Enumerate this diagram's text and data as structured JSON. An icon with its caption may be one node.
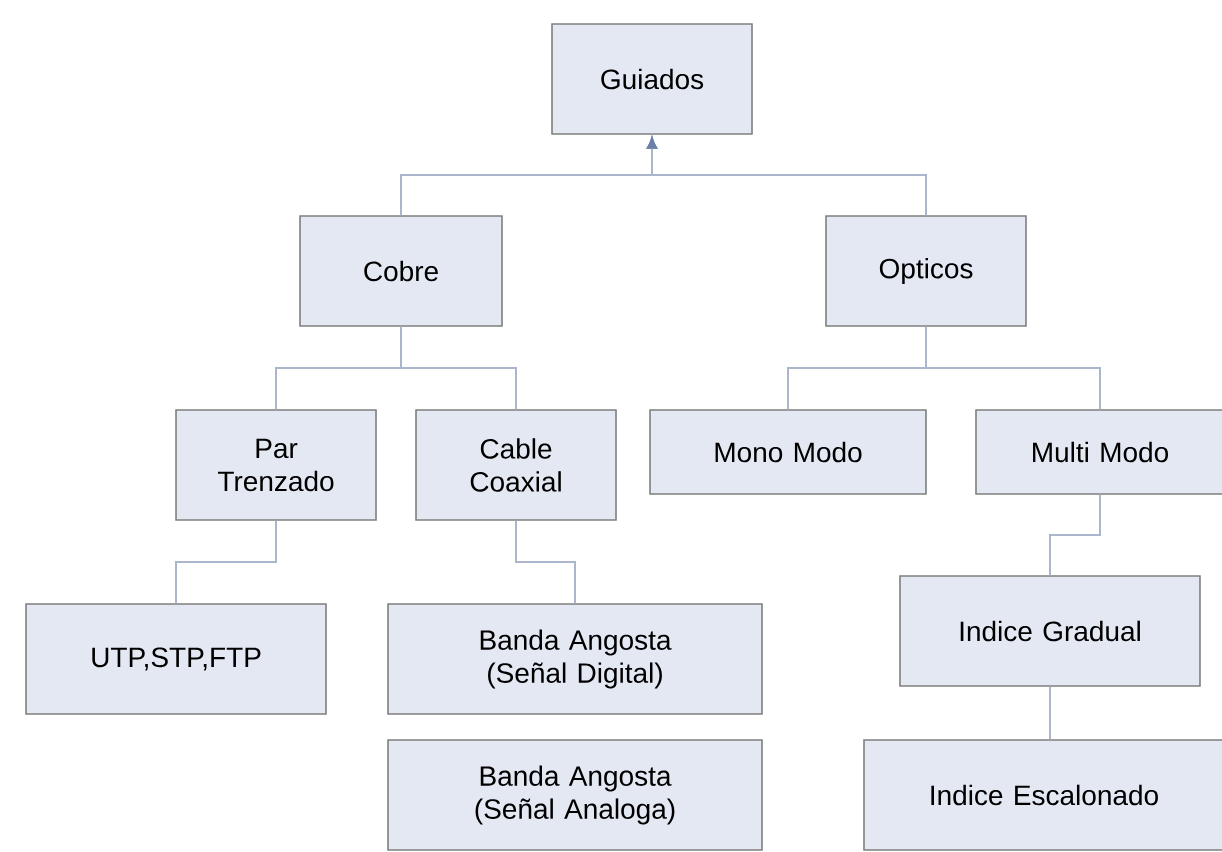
{
  "diagram": {
    "nodes": [
      {
        "text": [
          "Guiados"
        ]
      },
      {
        "text": [
          "Cobre"
        ]
      },
      {
        "text": [
          "Opticos"
        ]
      },
      {
        "text": [
          "Par Trenzado"
        ]
      },
      {
        "text": [
          "Cable Coaxial"
        ]
      },
      {
        "text": [
          "Mono Modo"
        ]
      },
      {
        "text": [
          "Multi Modo"
        ]
      },
      {
        "text": [
          "UTP,STP,FTP"
        ]
      },
      {
        "text": [
          "Banda Angosta (Señal Digital)"
        ]
      },
      {
        "text": [
          "Banda Angosta (Señal Analoga)"
        ]
      },
      {
        "text": [
          "Indice Gradual"
        ]
      },
      {
        "text": [
          "Indice Escalonado"
        ]
      }
    ],
    "edges": [
      {
        "from": 1,
        "to": 0,
        "arrow": "to"
      },
      {
        "from": 2,
        "to": 0,
        "arrow": "to"
      },
      {
        "from": 1,
        "to": 3,
        "arrow": "none"
      },
      {
        "from": 1,
        "to": 4,
        "arrow": "none"
      },
      {
        "from": 2,
        "to": 5,
        "arrow": "none"
      },
      {
        "from": 2,
        "to": 6,
        "arrow": "none"
      },
      {
        "from": 3,
        "to": 7,
        "arrow": "none"
      },
      {
        "from": 4,
        "to": 8,
        "arrow": "none"
      },
      {
        "from": 6,
        "to": 10,
        "arrow": "none"
      },
      {
        "from": 10,
        "to": 11,
        "arrow": "none"
      }
    ]
  }
}
